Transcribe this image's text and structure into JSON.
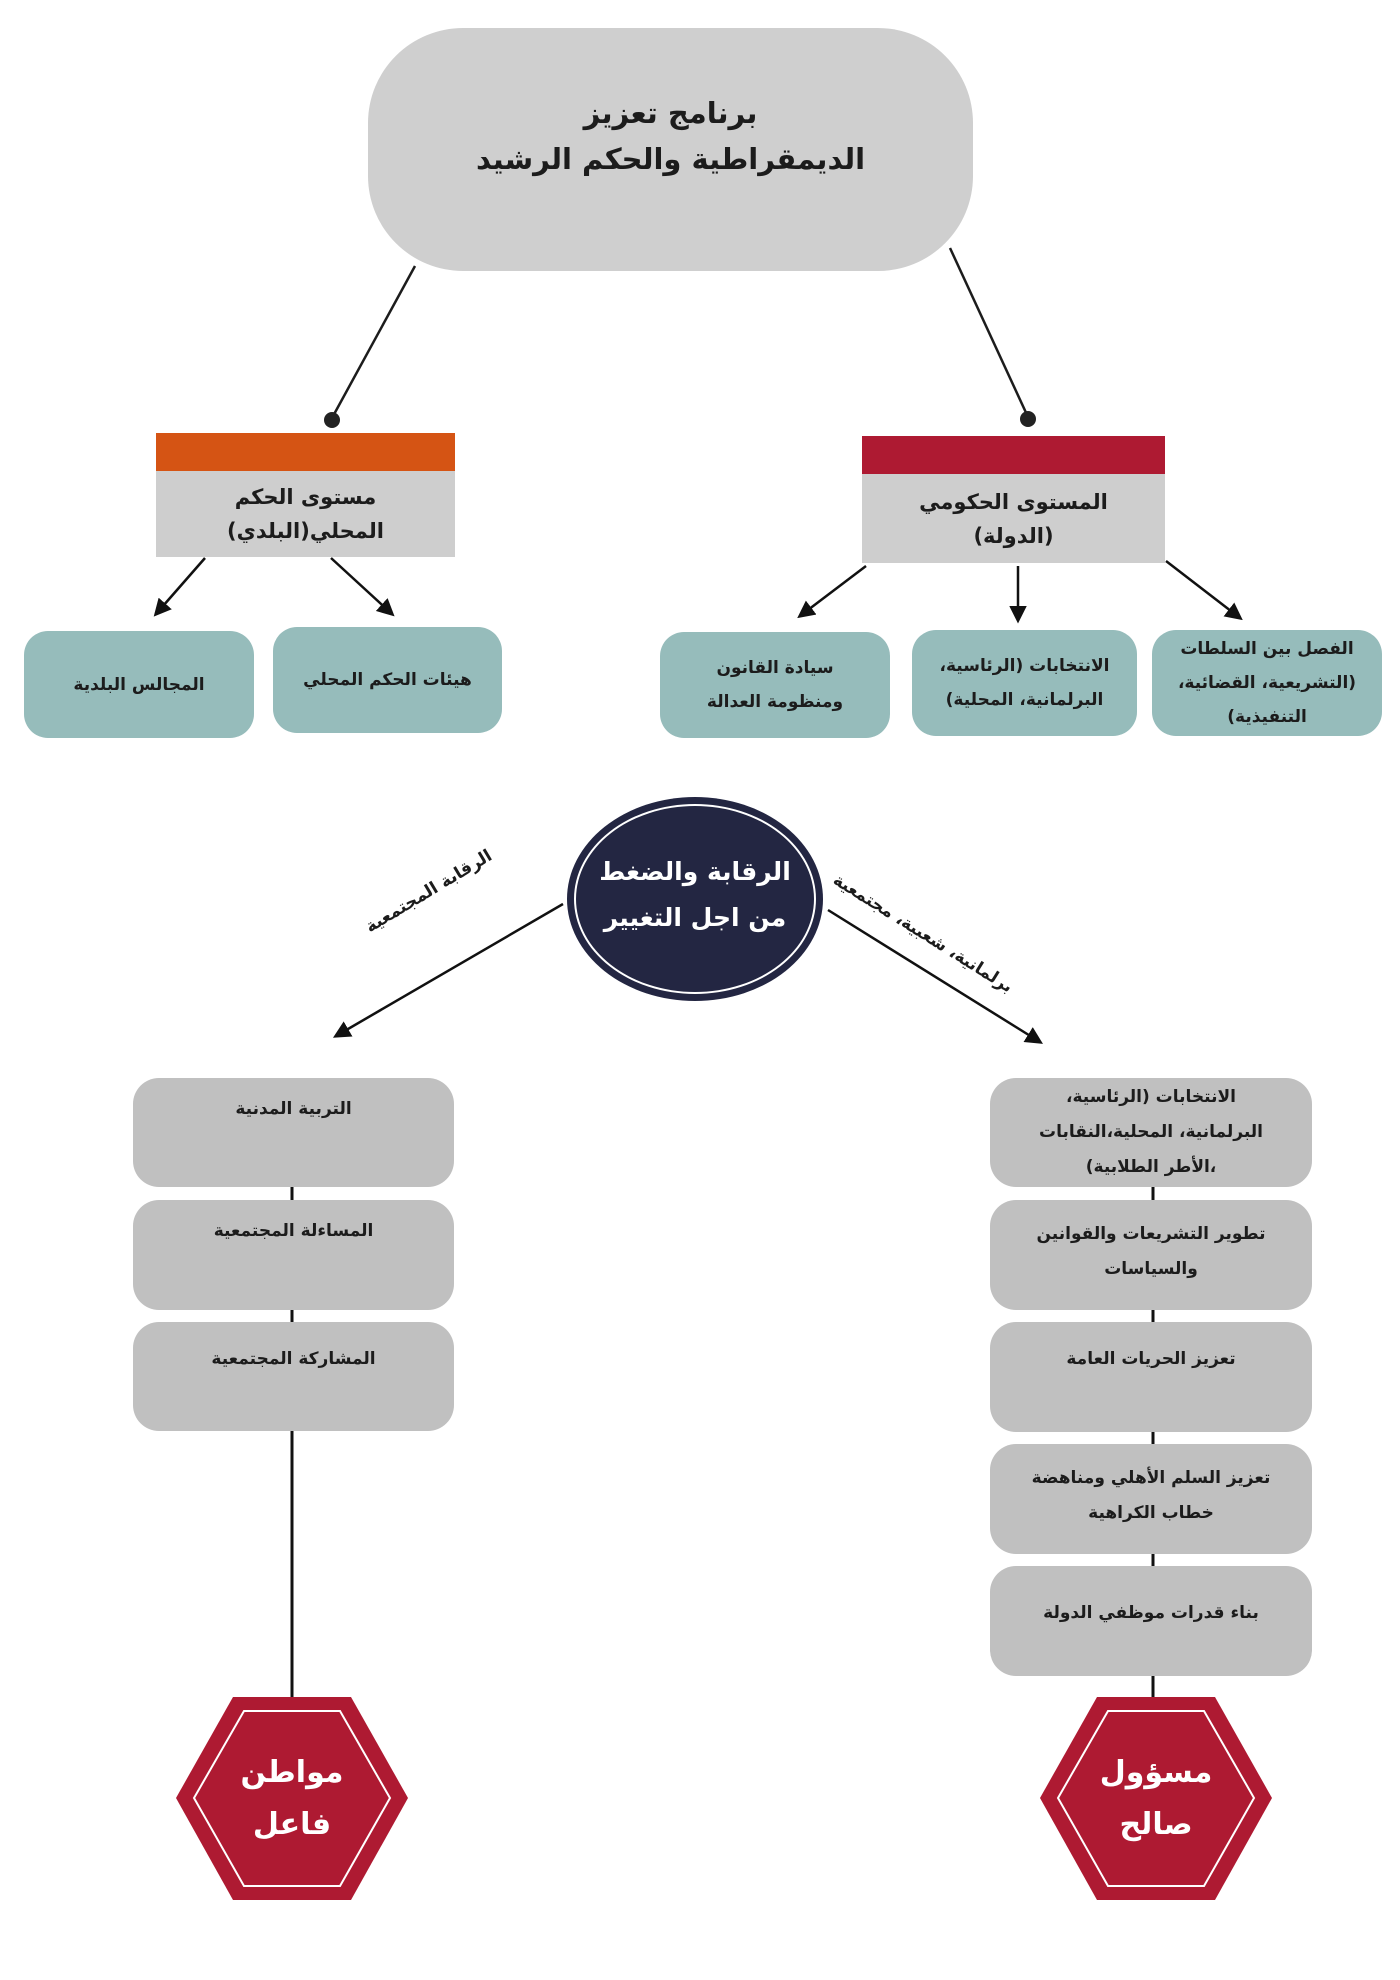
{
  "colors": {
    "root_fill": "#cfcfcf",
    "local_band": "#d55414",
    "state_band": "#ae1a32",
    "level_fill": "#cecece",
    "teal_fill": "#96bcbb",
    "monitor_fill": "#232642",
    "grey_fill": "#c0c0c0",
    "hex_fill": "#ae1a32",
    "line": "#1c1c1c"
  },
  "root": {
    "line1": "برنامج تعزيز",
    "line2": "الديمقراطية والحكم الرشيد"
  },
  "levels": {
    "local": {
      "line1": "مستوى الحكم",
      "line2": "المحلي(البلدي)",
      "children": [
        {
          "label": "هيئات الحكم المحلي"
        },
        {
          "label": "المجالس البلدية"
        }
      ]
    },
    "state": {
      "line1": "المستوى الحكومي",
      "line2": "(الدولة)",
      "children": [
        {
          "lines": [
            "الفصل بين السلطات",
            "(التشريعية، القضائية،",
            "التنفيذية)"
          ]
        },
        {
          "lines": [
            "الانتخابات (الرئاسية،",
            "البرلمانية، المحلية)"
          ]
        },
        {
          "lines": [
            "سيادة القانون",
            "ومنظومة العدالة"
          ]
        }
      ]
    }
  },
  "monitoring": {
    "line1": "الرقابة والضغط",
    "line2": "من اجل التغيير",
    "left_edge_label": "الرقابة المجتمعية",
    "right_edge_label": "برلمانية، شعبية، مجتمعية"
  },
  "left_column": {
    "items": [
      {
        "lines": [
          "التربية المدنية"
        ]
      },
      {
        "lines": [
          "المساءلة المجتمعية"
        ]
      },
      {
        "lines": [
          "المشاركة المجتمعية"
        ]
      }
    ],
    "outcome": {
      "line1": "مواطن",
      "line2": "فاعل"
    }
  },
  "right_column": {
    "items": [
      {
        "lines": [
          "الانتخابات (الرئاسية،",
          "البرلمانية، المحلية،النقابات",
          "،الأطر الطلابية)"
        ]
      },
      {
        "lines": [
          "تطوير التشريعات والقوانين",
          "والسياسات"
        ]
      },
      {
        "lines": [
          "تعزيز الحريات العامة"
        ]
      },
      {
        "lines": [
          "تعزيز السلم الأهلي ومناهضة",
          "خطاب الكراهية"
        ]
      },
      {
        "lines": [
          "بناء قدرات موظفي الدولة"
        ]
      }
    ],
    "outcome": {
      "line1": "مسؤول",
      "line2": "صالح"
    }
  }
}
